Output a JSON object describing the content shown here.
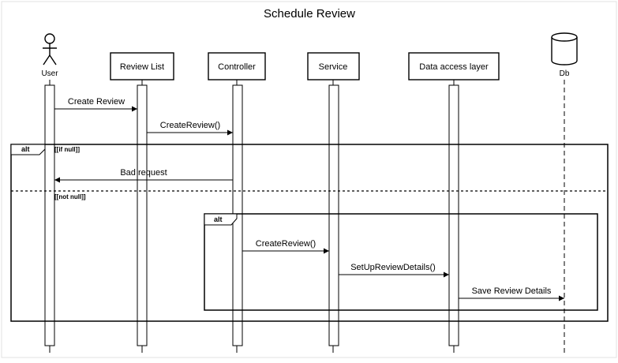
{
  "title": "Schedule Review",
  "actor": {
    "label": "User"
  },
  "participants": [
    {
      "label": "Review List"
    },
    {
      "label": "Controller"
    },
    {
      "label": "Service"
    },
    {
      "label": "Data access layer"
    }
  ],
  "database": {
    "label": "Db"
  },
  "messages": [
    {
      "label": "Create Review"
    },
    {
      "label": "CreateReview()"
    },
    {
      "label": "Bad request"
    },
    {
      "label": "CreateReview()"
    },
    {
      "label": "SetUpReviewDetails()"
    },
    {
      "label": "Save Review Details"
    }
  ],
  "fragments": {
    "outer": {
      "operator": "alt",
      "guard1": "[[if null]]",
      "guard2": "[[not null]]"
    },
    "inner": {
      "operator": "alt"
    }
  }
}
